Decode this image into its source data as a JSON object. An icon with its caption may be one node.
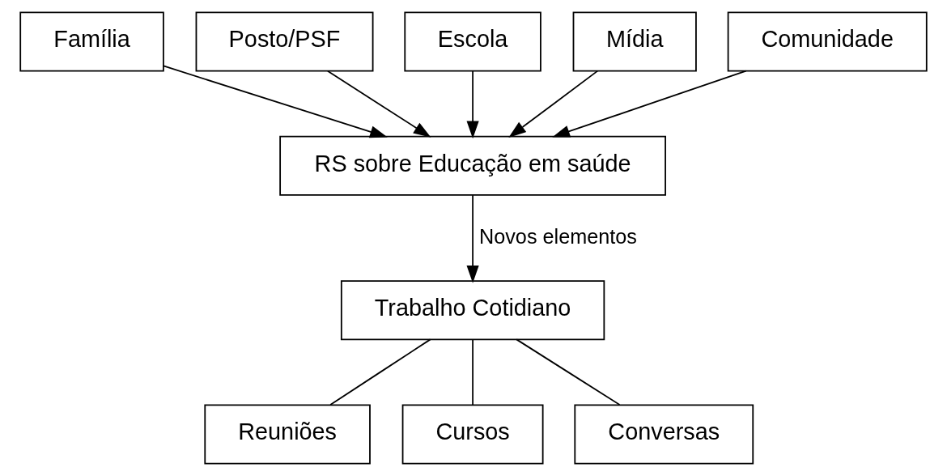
{
  "diagram": {
    "nodes": [
      {
        "text": [
          "Família"
        ]
      },
      {
        "text": [
          "Posto/PSF"
        ]
      },
      {
        "text": [
          "Escola"
        ]
      },
      {
        "text": [
          "Mídia"
        ]
      },
      {
        "text": [
          "Comunidade"
        ]
      },
      {
        "text": [
          "RS sobre Educação em saúde"
        ]
      },
      {
        "text": [
          "Trabalho Cotidiano"
        ]
      },
      {
        "text": [
          "Reuniões"
        ]
      },
      {
        "text": [
          "Cursos"
        ]
      },
      {
        "text": [
          "Conversas"
        ]
      }
    ],
    "edges": [
      {
        "from": 0,
        "to": 5,
        "arrow": "to"
      },
      {
        "from": 1,
        "to": 5,
        "arrow": "to"
      },
      {
        "from": 2,
        "to": 5,
        "arrow": "to"
      },
      {
        "from": 3,
        "to": 5,
        "arrow": "to"
      },
      {
        "from": 4,
        "to": 5,
        "arrow": "to"
      },
      {
        "from": 5,
        "to": 6,
        "arrow": "to",
        "label": "Novos elementos"
      },
      {
        "from": 6,
        "to": 7,
        "arrow": "none"
      },
      {
        "from": 6,
        "to": 8,
        "arrow": "none"
      },
      {
        "from": 6,
        "to": 9,
        "arrow": "none"
      }
    ]
  }
}
